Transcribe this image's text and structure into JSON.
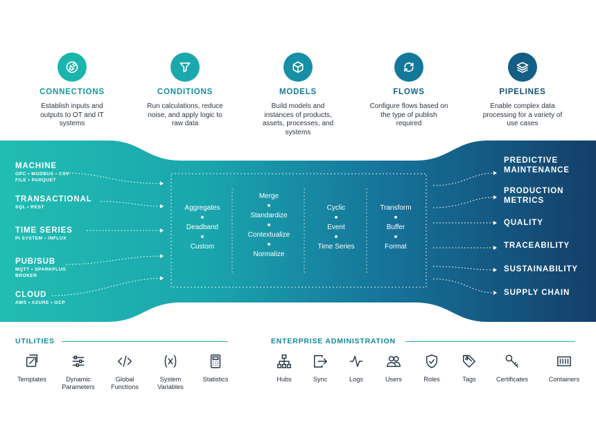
{
  "pillars": [
    {
      "title": "CONNECTIONS",
      "desc": "Establish inputs and outputs to OT and IT systems",
      "icon": "plug-icon",
      "color": "#1bb5ad"
    },
    {
      "title": "CONDITIONS",
      "desc": "Run calculations, reduce noise, and apply logic to raw data",
      "icon": "funnel-icon",
      "color": "#1aa8ad"
    },
    {
      "title": "MODELS",
      "desc": "Build models and instances of products, assets, processes, and systems",
      "icon": "cube-icon",
      "color": "#178fa6"
    },
    {
      "title": "FLOWS",
      "desc": "Configure flows based on the type of publish required",
      "icon": "sync-icon",
      "color": "#14789a"
    },
    {
      "title": "PIPELINES",
      "desc": "Enable complex data processing for a variety of use cases",
      "icon": "layers-icon",
      "color": "#155e86"
    }
  ],
  "sources": [
    {
      "title": "MACHINE",
      "sub": [
        "OPC • MODBUS • CSV",
        "FILE • PARQUET"
      ]
    },
    {
      "title": "TRANSACTIONAL",
      "sub": [
        "SQL • REST"
      ]
    },
    {
      "title": "TIME SERIES",
      "sub": [
        "PI SYSTEM • INFLUX"
      ]
    },
    {
      "title": "PUB/SUB",
      "sub": [
        "MQTT • SPARKPLUG",
        "BROKER"
      ]
    },
    {
      "title": "CLOUD",
      "sub": [
        "AWS • AZURE • GCP"
      ]
    }
  ],
  "columns": [
    [
      "Aggregates",
      "Deadband",
      "Custom"
    ],
    [
      "Merge",
      "Standardize",
      "Contextualize",
      "Normalize"
    ],
    [
      "Cyclic",
      "Event",
      "Time Series"
    ],
    [
      "Transform",
      "Buffer",
      "Format"
    ]
  ],
  "bullet": "■",
  "outputs": [
    {
      "lines": [
        "PREDICTIVE",
        "MAINTENANCE"
      ]
    },
    {
      "lines": [
        "PRODUCTION",
        "METRICS"
      ]
    },
    {
      "lines": [
        "QUALITY"
      ]
    },
    {
      "lines": [
        "TRACEABILITY"
      ]
    },
    {
      "lines": [
        "SUSTAINABILITY"
      ]
    },
    {
      "lines": [
        "SUPPLY CHAIN"
      ]
    }
  ],
  "utilities": {
    "title": "UTILITIES",
    "items": [
      {
        "label": "Templates",
        "icon": "template-icon"
      },
      {
        "label": "Dynamic Parameters",
        "icon": "sliders-icon"
      },
      {
        "label": "Global Functions",
        "icon": "code-icon"
      },
      {
        "label": "System Variables",
        "icon": "variable-icon"
      },
      {
        "label": "Statistics",
        "icon": "calculator-icon"
      }
    ]
  },
  "enterprise": {
    "title": "ENTERPRISE ADMINISTRATION",
    "items": [
      {
        "label": "Hubs",
        "icon": "hierarchy-icon"
      },
      {
        "label": "Sync",
        "icon": "sync-export-icon"
      },
      {
        "label": "Logs",
        "icon": "pulse-icon"
      },
      {
        "label": "Users",
        "icon": "users-icon"
      },
      {
        "label": "Roles",
        "icon": "shield-check-icon"
      },
      {
        "label": "Tags",
        "icon": "tag-icon"
      },
      {
        "label": "Certificates",
        "icon": "key-icon"
      },
      {
        "label": "Containers",
        "icon": "container-icon"
      }
    ]
  },
  "colors": {
    "teal": "#1fb9b0",
    "navy": "#13406a",
    "accent": "#0f8a98"
  }
}
